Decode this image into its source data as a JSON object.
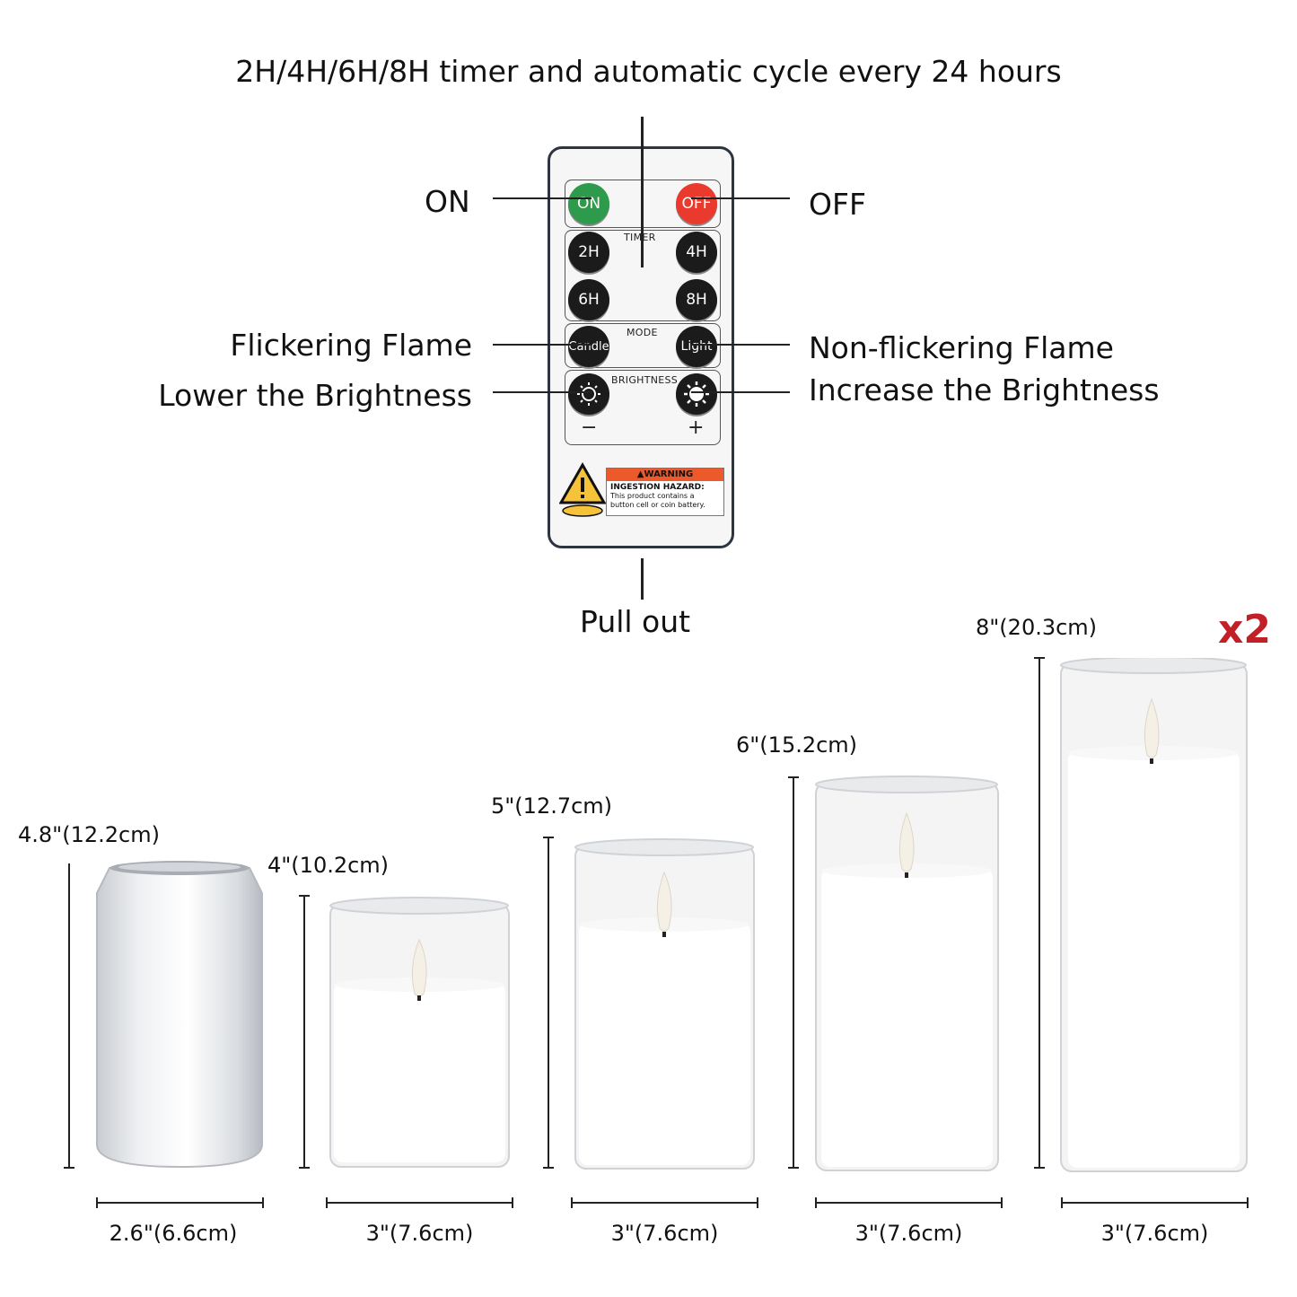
{
  "headline": "2H/4H/6H/8H timer and automatic cycle every 24 hours",
  "callouts": {
    "on": "ON",
    "off": "OFF",
    "flicker": "Flickering Flame",
    "nonflicker": "Non-flickering Flame",
    "lower": "Lower the Brightness",
    "increase": "Increase the Brightness",
    "pullout": "Pull out"
  },
  "remote": {
    "on": "ON",
    "off": "OFF",
    "timer_label": "TIMER",
    "t2": "2H",
    "t4": "4H",
    "t6": "6H",
    "t8": "8H",
    "mode_label": "MODE",
    "candle": "Candle",
    "light": "Light",
    "brightness_label": "BRIGHTNESS",
    "minus": "−",
    "plus": "+",
    "warning_title": "▲WARNING",
    "warning_head": "INGESTION HAZARD:",
    "warning_text": "This product contains a button cell or coin battery."
  },
  "multiplier": "x2",
  "items": [
    {
      "height": "4.8\"(12.2cm)",
      "width": "2.6\"(6.6cm)"
    },
    {
      "height": "4\"(10.2cm)",
      "width": "3\"(7.6cm)"
    },
    {
      "height": "5\"(12.7cm)",
      "width": "3\"(7.6cm)"
    },
    {
      "height": "6\"(15.2cm)",
      "width": "3\"(7.6cm)"
    },
    {
      "height": "8\"(20.3cm)",
      "width": "3\"(7.6cm)"
    }
  ]
}
